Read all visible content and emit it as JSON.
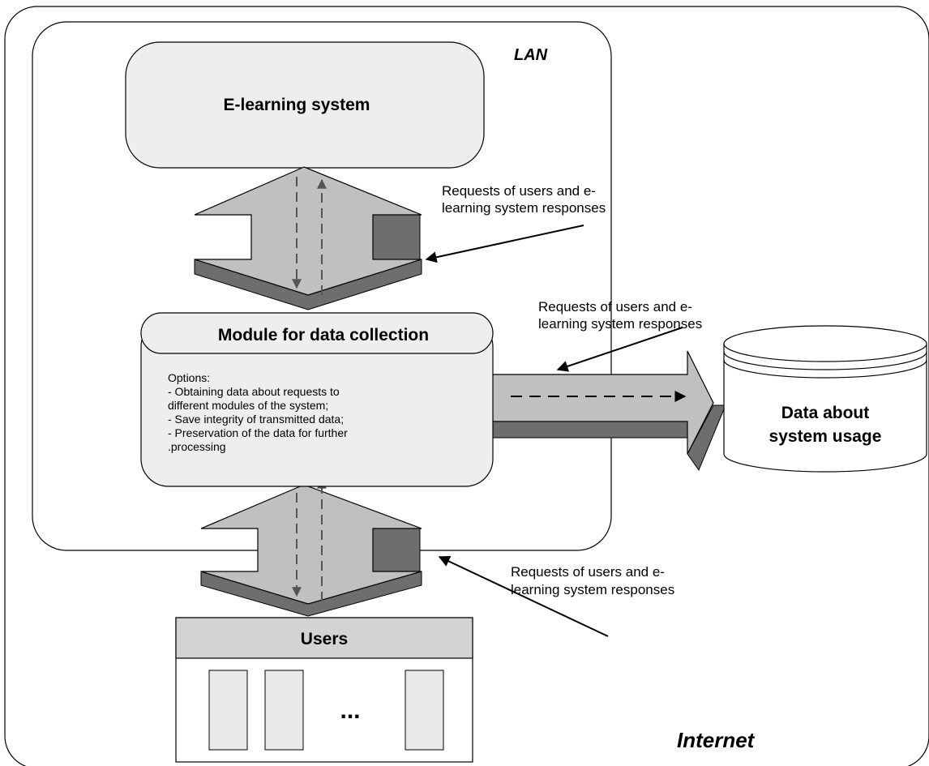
{
  "regions": {
    "internet": "Internet",
    "lan": "LAN"
  },
  "nodes": {
    "elearning": "E-learning system",
    "module_title": "Module for data collection",
    "module_options": [
      "Options:",
      "- Obtaining data about requests to",
      "different modules of the system;",
      "- Save  integrity of transmitted data;",
      "- Preservation of the data for further",
      ".processing"
    ],
    "database": [
      "Data about",
      "system usage"
    ],
    "users": "Users",
    "users_ellipsis": "..."
  },
  "callouts": {
    "top": [
      "Requests of users and e-",
      "learning system responses"
    ],
    "right": [
      "Requests of users and e-",
      "learning system responses"
    ],
    "bottom": [
      "Requests of users and e-",
      "learning system responses"
    ]
  },
  "colors": {
    "arrow_fill": "#c0c0c0",
    "arrow_shadow": "#6e6e6e",
    "box_fill": "#eeeeee",
    "users_header": "#d3d3d3",
    "user_slot": "#e8e8e8"
  }
}
